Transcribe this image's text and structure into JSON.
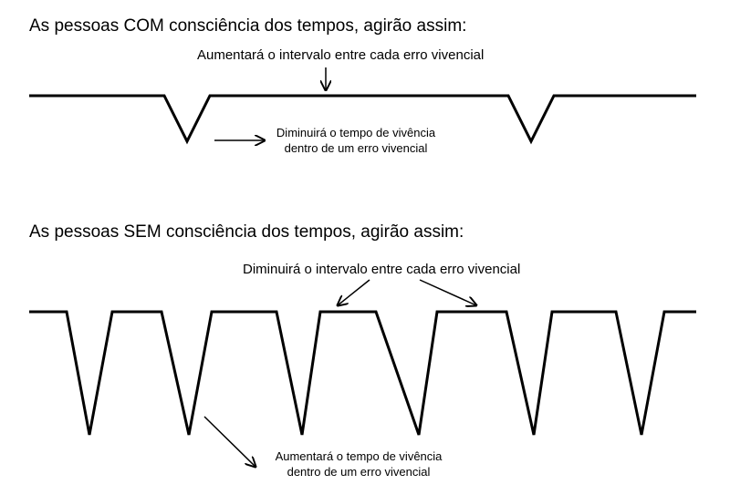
{
  "section_with": {
    "heading": "As pessoas COM consciência dos tempos, agirão assim:",
    "interval_note": "Aumentará o intervalo entre cada erro vivencial",
    "duration_note_line1": "Diminuirá o tempo de vivência",
    "duration_note_line2": "dentro de um erro vivencial"
  },
  "section_without": {
    "heading": "As pessoas SEM consciência dos tempos, agirão assim:",
    "interval_note": "Diminuirá o intervalo entre cada erro vivencial",
    "duration_note_line1": "Aumentará o tempo de vivência",
    "duration_note_line2": "dentro de um erro vivencial"
  }
}
